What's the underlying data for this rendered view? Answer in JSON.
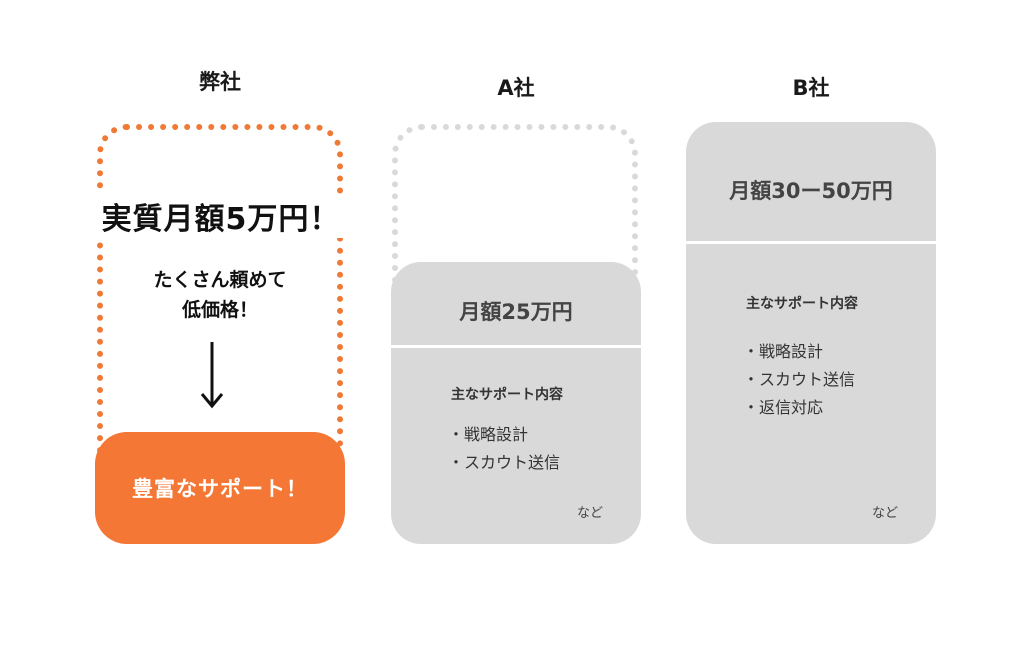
{
  "columns": {
    "ours": {
      "title": "弊社",
      "headline": "実質月額5万円！",
      "sub_line1": "たくさん頼めて",
      "sub_line2": "低価格！",
      "button": "豊富なサポート！"
    },
    "a": {
      "title": "A社",
      "price": "月額25万円",
      "support_title": "主なサポート内容",
      "items": [
        "・戦略設計",
        "・スカウト送信"
      ],
      "etc": "など"
    },
    "b": {
      "title": "B社",
      "price": "月額30ー50万円",
      "support_title": "主なサポート内容",
      "items": [
        "・戦略設計",
        "・スカウト送信",
        "・返信対応"
      ],
      "etc": "など"
    }
  },
  "colors": {
    "accent": "#f47735",
    "card": "#d9d9d9",
    "dotted_gray": "#d9d9d9"
  }
}
